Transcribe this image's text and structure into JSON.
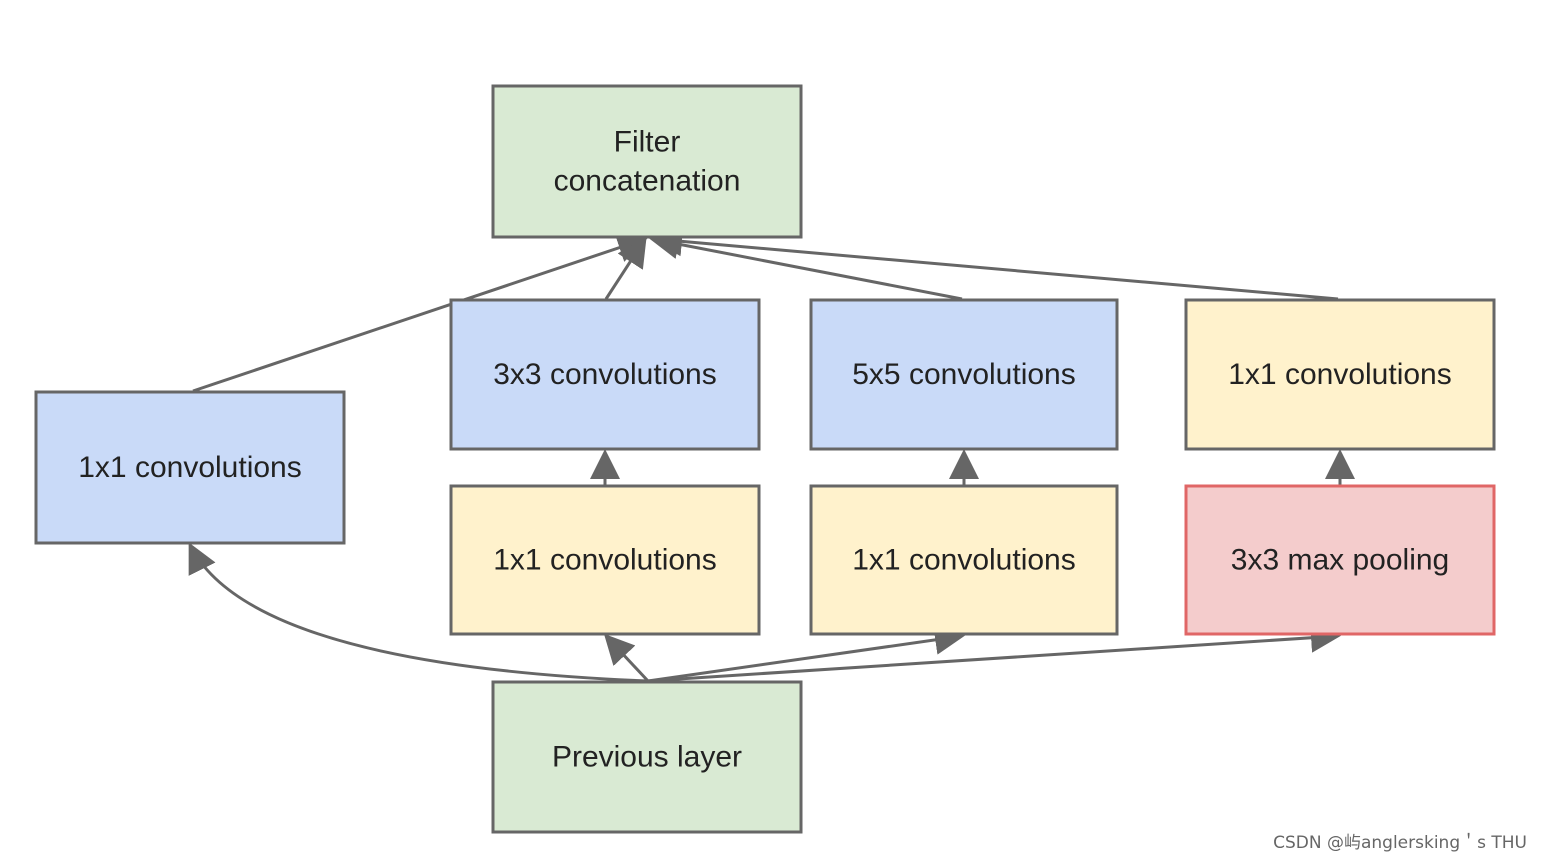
{
  "diagram": {
    "nodes": [
      {
        "id": "filter_concat",
        "lines": [
          "Filter",
          "concatenation"
        ],
        "color": "#d9ead3"
      },
      {
        "id": "left_1x1",
        "lines": [
          "1x1 convolutions"
        ],
        "color": "#c9daf8"
      },
      {
        "id": "conv3x3",
        "lines": [
          "3x3 convolutions"
        ],
        "color": "#c9daf8"
      },
      {
        "id": "conv5x5",
        "lines": [
          "5x5 convolutions"
        ],
        "color": "#c9daf8"
      },
      {
        "id": "pool_proj_1x1",
        "lines": [
          "1x1 convolutions"
        ],
        "color": "#fff2cc"
      },
      {
        "id": "reduce3x3_1x1",
        "lines": [
          "1x1 convolutions"
        ],
        "color": "#fff2cc"
      },
      {
        "id": "reduce5x5_1x1",
        "lines": [
          "1x1 convolutions"
        ],
        "color": "#fff2cc"
      },
      {
        "id": "maxpool3x3",
        "lines": [
          "3x3 max pooling"
        ],
        "color": "#f4cccc"
      },
      {
        "id": "previous_layer",
        "lines": [
          "Previous layer"
        ],
        "color": "#d9ead3"
      }
    ],
    "edges": [
      {
        "from": "previous_layer",
        "to": "left_1x1"
      },
      {
        "from": "previous_layer",
        "to": "reduce3x3_1x1"
      },
      {
        "from": "previous_layer",
        "to": "reduce5x5_1x1"
      },
      {
        "from": "previous_layer",
        "to": "maxpool3x3"
      },
      {
        "from": "reduce3x3_1x1",
        "to": "conv3x3"
      },
      {
        "from": "reduce5x5_1x1",
        "to": "conv5x5"
      },
      {
        "from": "maxpool3x3",
        "to": "pool_proj_1x1"
      },
      {
        "from": "left_1x1",
        "to": "filter_concat"
      },
      {
        "from": "conv3x3",
        "to": "filter_concat"
      },
      {
        "from": "conv5x5",
        "to": "filter_concat"
      },
      {
        "from": "pool_proj_1x1",
        "to": "filter_concat"
      }
    ],
    "line_color": "#666666",
    "pooling_border_color": "#e06666"
  },
  "watermark": "CSDN @屿anglersking＇s THU"
}
